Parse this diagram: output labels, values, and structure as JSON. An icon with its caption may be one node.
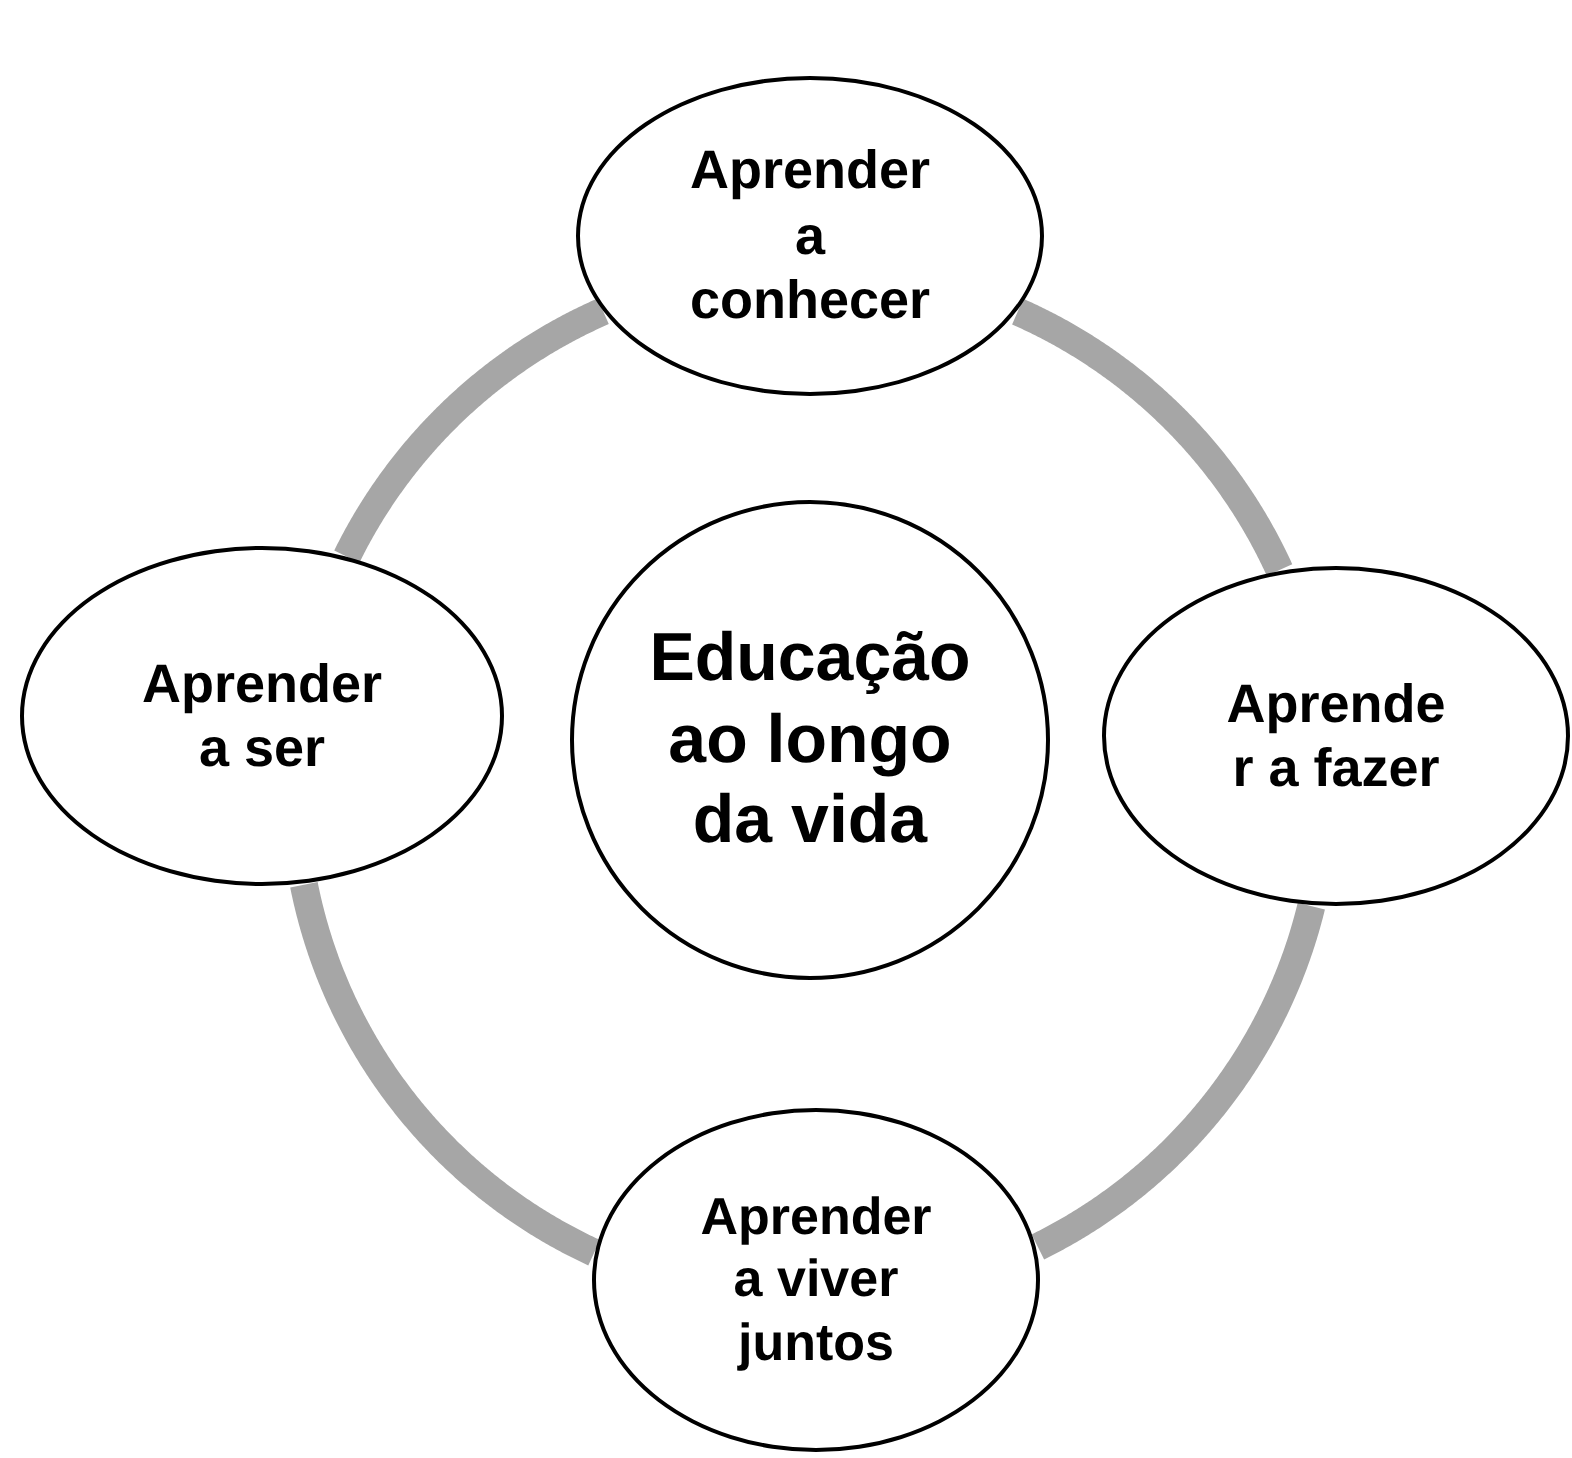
{
  "diagram": {
    "nodes": [
      {
        "text": [
          "Aprender a conhecer"
        ]
      },
      {
        "text": [
          "Aprender a ser"
        ]
      },
      {
        "text": [
          "Educação ao longo da vida"
        ]
      },
      {
        "text": [
          "Aprende r a fazer"
        ]
      },
      {
        "text": [
          "Aprender a viver juntos"
        ]
      }
    ],
    "edges": [
      {
        "from": 0,
        "to": 3,
        "arrow": "none"
      },
      {
        "from": 3,
        "to": 4,
        "arrow": "none"
      },
      {
        "from": 4,
        "to": 1,
        "arrow": "none"
      },
      {
        "from": 1,
        "to": 0,
        "arrow": "none"
      }
    ]
  }
}
